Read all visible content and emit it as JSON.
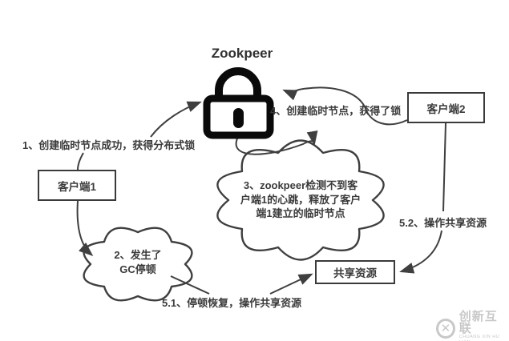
{
  "title": "Zookpeer",
  "colors": {
    "line": "#3f3f3f",
    "text": "#3b3b3b",
    "lock": "#0a0a0a",
    "background": "#ffffff",
    "watermark": "#c8c8c8"
  },
  "nodes": {
    "client1": {
      "label": "客户端1"
    },
    "client2": {
      "label": "客户端2"
    },
    "shared_resource": {
      "label": "共享资源"
    }
  },
  "clouds": {
    "gc_pause": {
      "lines": [
        "2、发生了",
        "GC停顿"
      ]
    },
    "zk_release": {
      "lines": [
        "3、zookpeer检测不到客",
        "户端1的心跳，释放了客户",
        "端1建立的临时节点"
      ]
    }
  },
  "steps": {
    "step1": "1、创建临时节点成功，获得分布式锁",
    "step4": "4、创建临时节点，获得了锁",
    "step5_1": "5.1、停顿恢复，操作共享资源",
    "step5_2": "5.2、操作共享资源"
  },
  "watermark": {
    "name": "创新互联",
    "subtitle": "CHUANG XIN HU LIAN"
  }
}
